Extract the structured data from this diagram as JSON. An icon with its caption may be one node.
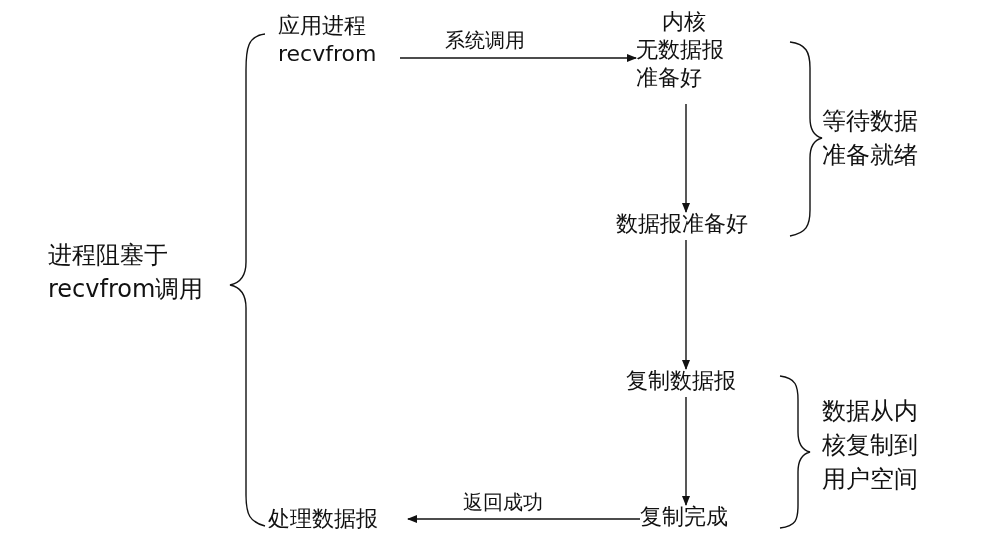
{
  "diagram": {
    "nodes": [
      {
        "text": [
          "应用进程",
          "recvfrom"
        ]
      },
      {
        "text": [
          "内核",
          "无数据报准备好"
        ]
      },
      {
        "text": [
          "数据报准备好"
        ]
      },
      {
        "text": [
          "复制数据报"
        ]
      },
      {
        "text": [
          "复制完成"
        ]
      },
      {
        "text": [
          "处理数据报"
        ]
      }
    ],
    "edges": [
      {
        "from": 0,
        "to": 1,
        "arrow": "to",
        "label": "系统调用"
      },
      {
        "from": 1,
        "to": 2,
        "arrow": "to"
      },
      {
        "from": 2,
        "to": 3,
        "arrow": "to"
      },
      {
        "from": 3,
        "to": 4,
        "arrow": "to"
      },
      {
        "from": 4,
        "to": 5,
        "arrow": "to",
        "label": "返回成功"
      }
    ],
    "labels": [
      "进程阻塞于recvfrom调用",
      "等待数据准备就绪",
      "数据从内核复制到用户空间"
    ]
  }
}
